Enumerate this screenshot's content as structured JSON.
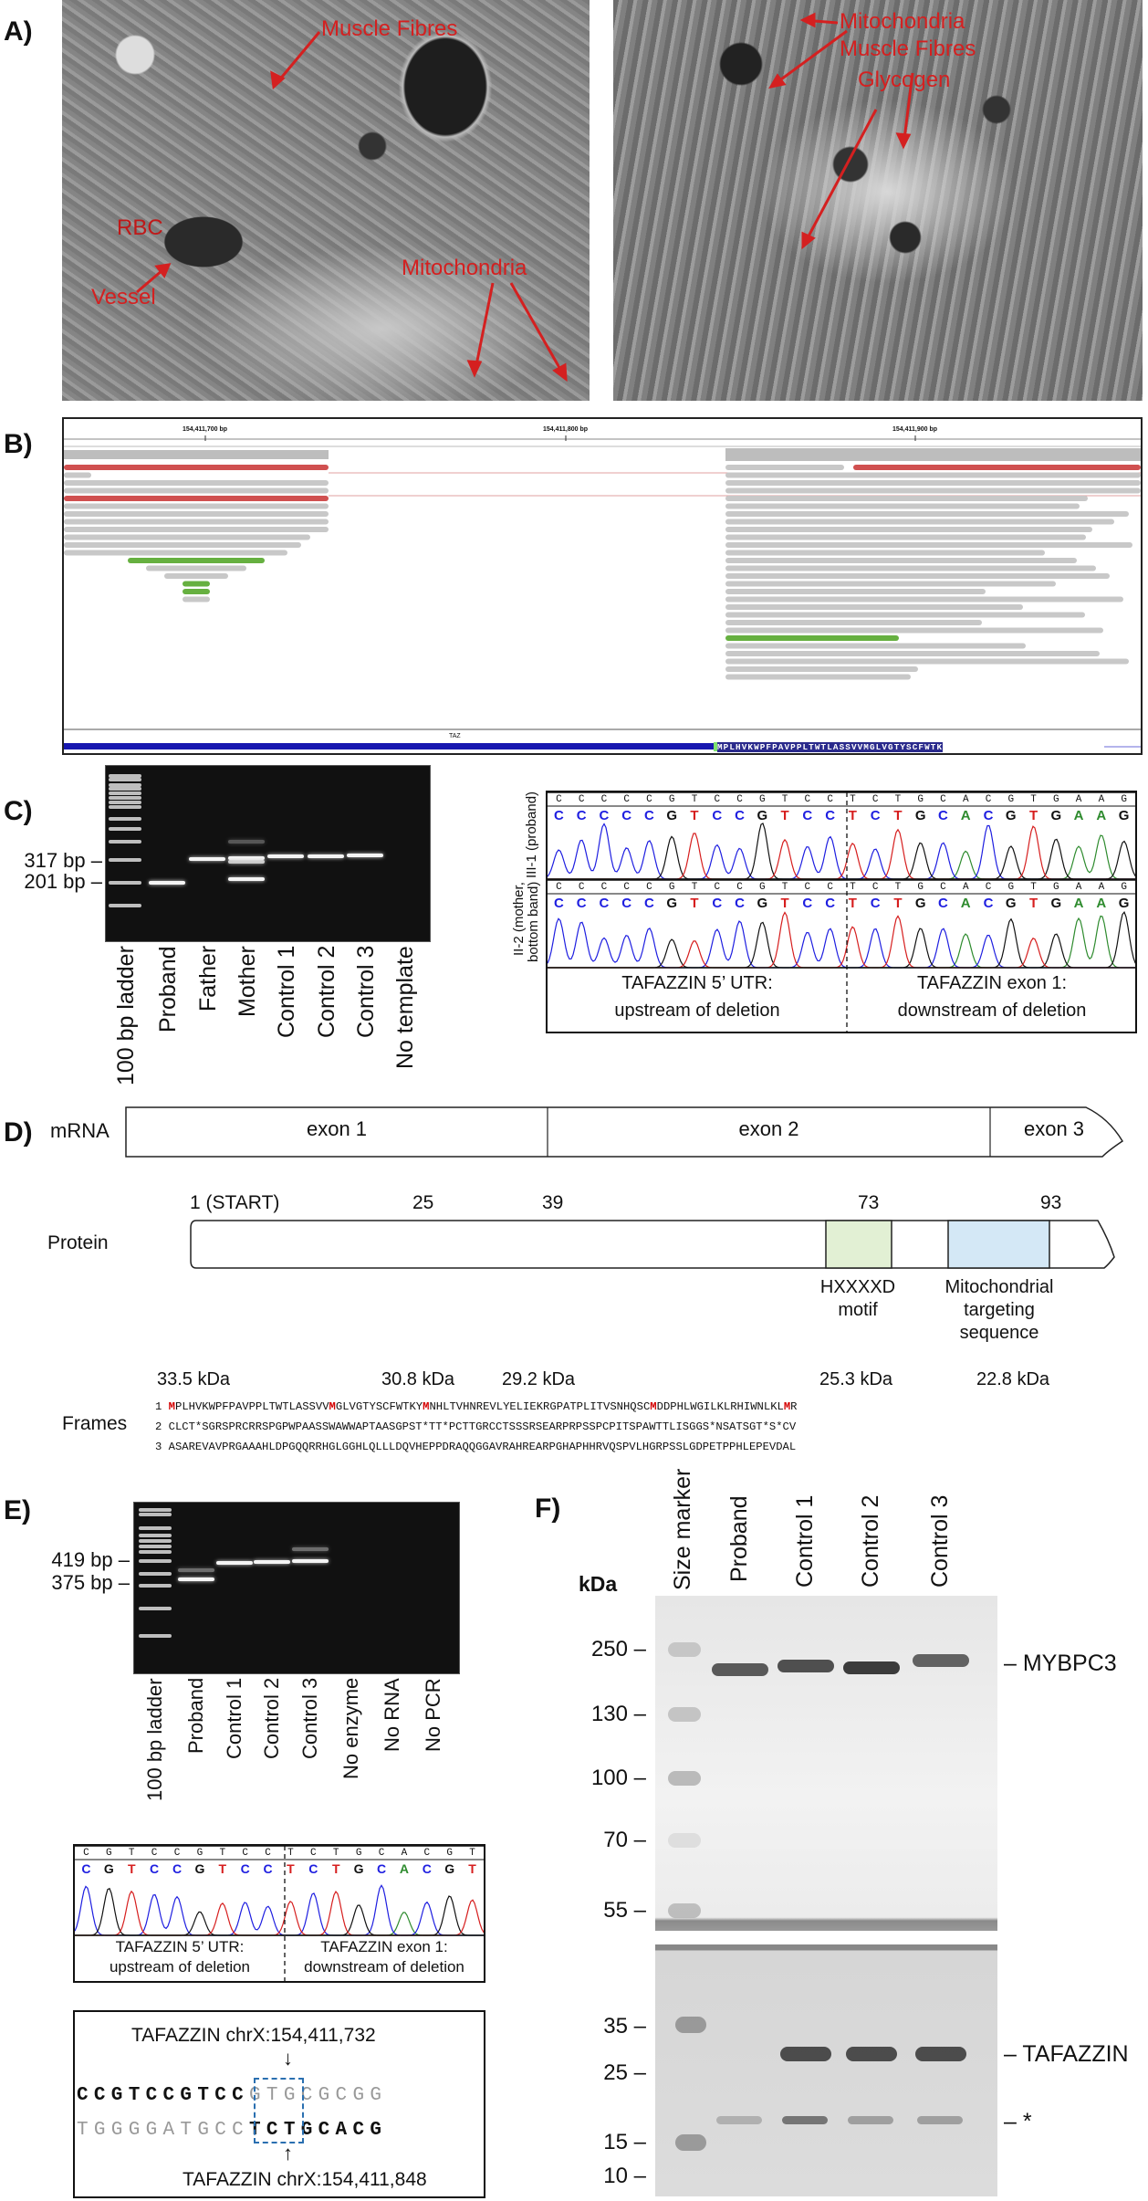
{
  "panels": {
    "a": "A)",
    "b": "B)",
    "c": "C)",
    "d": "D)",
    "e": "E)",
    "f": "F)"
  },
  "panel_a": {
    "left_labels": [
      "Muscle Fibres",
      "RBC",
      "Vessel",
      "Mitochondria"
    ],
    "right_labels": [
      "Mitochondria",
      "Muscle Fibres",
      "Glycogen"
    ],
    "annotation_color": "#d42020"
  },
  "panel_b": {
    "ruler": [
      "154,411,700 bp",
      "154,411,800 bp",
      "154,411,900 bp"
    ],
    "gene": "TAZ",
    "amino_acids": "MPLHVKWPFPAVPPLTWTLASSVVMGLVGTYSCFWTK"
  },
  "panel_c": {
    "gel_markers": [
      "317 bp –",
      "201 bp –"
    ],
    "lanes": [
      "100 bp ladder",
      "Proband",
      "Father",
      "Mother",
      "Control 1",
      "Control 2",
      "Control 3",
      "No template"
    ],
    "chromatogram": {
      "row_labels": [
        "III-1 (proband)",
        "II-2 (mother,",
        "bottom band)"
      ],
      "sequence": "CCCCCGTCCGTCCTCTGCACGTGAAG",
      "left_caption": [
        "TAFAZZIN 5’ UTR:",
        "upstream of deletion"
      ],
      "right_caption": [
        "TAFAZZIN exon 1:",
        "downstream of deletion"
      ]
    },
    "base_colors": {
      "A": "#2e8b2e",
      "C": "#1e1ee0",
      "G": "#111111",
      "T": "#d61e1e"
    }
  },
  "panel_d": {
    "mrna_label": "mRNA",
    "exons": [
      "exon 1",
      "exon 2",
      "exon 3"
    ],
    "protein_label": "Protein",
    "positions": [
      "1 (START)",
      "25",
      "39",
      "73",
      "93"
    ],
    "motif": [
      "HXXXXD",
      "motif"
    ],
    "targeting": [
      "Mitochondrial",
      "targeting",
      "sequence"
    ],
    "motif_color": "#e2f0d4",
    "targeting_color": "#d4e8f6",
    "kda": [
      "33.5 kDa",
      "30.8 kDa",
      "29.2 kDa",
      "25.3 kDa",
      "22.8 kDa"
    ],
    "frames_label": "Frames",
    "frames": [
      {
        "n": "1",
        "seq": "MPLHVKWPFPAVPPLTWTLASSVVMGLVGTYSCFWTKYMNHLTVHNREVLYELIEKRGPATPLITVSNHQSCMDDPHLWGILKLRHIWNLKLMR"
      },
      {
        "n": "2",
        "seq": "CLCT*SGRSPRCRRSPGPWPAASSWAWWAPTAASGPST*TT*PCTTGRCCTSSSRSEARPRPSSPCPITSPAWTTLISGGS*NSATSGT*S*CV"
      },
      {
        "n": "3",
        "seq": "ASAREVAVPRGAAAHLDPGQQRRHGLGGHLQLLLDQVHEPPDRAQQGGAVRAHREARPGHAPHHRVQSPVLHGRPSSLGDPETPPHLEPEVDAL"
      }
    ],
    "start_color": "#d40000"
  },
  "panel_e": {
    "gel_markers": [
      "419 bp –",
      "375 bp –"
    ],
    "lanes": [
      "100 bp ladder",
      "Proband",
      "Control 1",
      "Control 2",
      "Control 3",
      "No enzyme",
      "No RNA",
      "No PCR"
    ],
    "sequence": "CGTCCGTCCTCTGCACGT",
    "left_caption": [
      "TAFAZZIN 5’ UTR:",
      "upstream of deletion"
    ],
    "right_caption": [
      "TAFAZZIN exon 1:",
      "downstream of deletion"
    ],
    "junction": {
      "top_label": "TAFAZZIN chrX:154,411,732",
      "bottom_label": "TAFAZZIN chrX:154,411,848",
      "row1_kept": "CCGTCCGTCC",
      "row1_deleted": "GTGCGCGG",
      "row2_deleted": "TGGGGATGCC",
      "row2_kept": "TCTGCACG",
      "box_color": "#2a6fb0"
    }
  },
  "panel_f": {
    "unit": "kDa",
    "lanes": [
      "Size marker",
      "Proband",
      "Control 1",
      "Control 2",
      "Control 3"
    ],
    "top_markers": [
      "250 –",
      "130 –",
      "100 –",
      "70 –",
      "55 –"
    ],
    "bottom_markers": [
      "35 –",
      "25 –",
      "15 –",
      "10 –"
    ],
    "bands": [
      "– MYBPC3",
      "– TAFAZZIN",
      "– *"
    ]
  }
}
